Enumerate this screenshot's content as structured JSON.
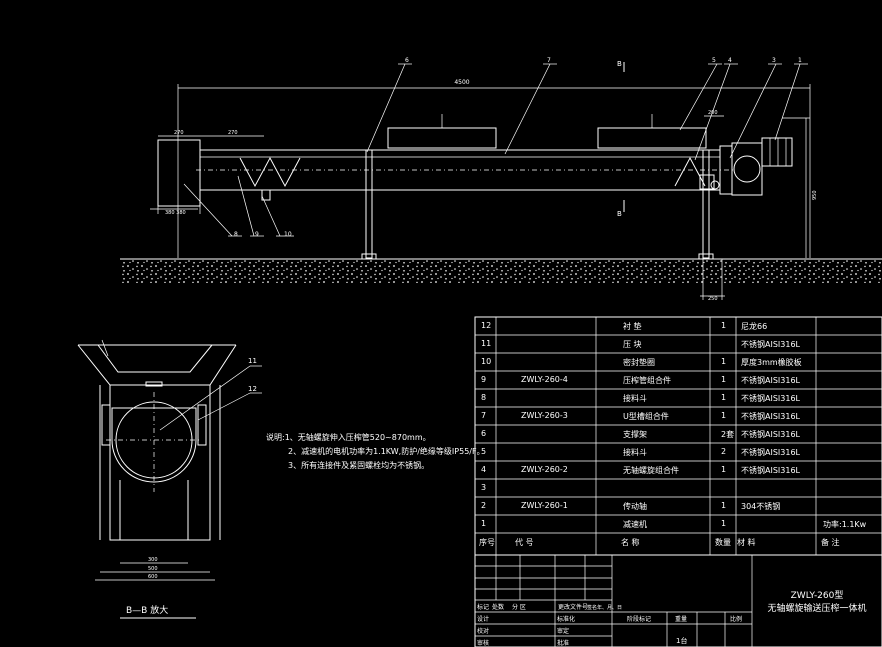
{
  "dimensions": {
    "overall_length": "4500",
    "inlet_width": "270",
    "left_offset": "270",
    "hopper_offsets": "380 380",
    "motor_offset": "200",
    "height": "950",
    "base_offset": "250"
  },
  "callouts": {
    "top": [
      "6",
      "7",
      "5",
      "4",
      "3",
      "1"
    ],
    "bottom": [
      "8",
      "9",
      "10"
    ],
    "detail": [
      "11",
      "12"
    ]
  },
  "section_marks": {
    "top": "B",
    "bottom": "B"
  },
  "detail_view": {
    "title": "B—B  放大",
    "dims": [
      "300",
      "500",
      "600"
    ]
  },
  "notes": {
    "heading": "说明:",
    "items": [
      "1、无轴螺旋伸入压榨管520~870mm。",
      "2、减速机的电机功率为1.1KW,防护/绝缘等级IP55/F。",
      "3、所有连接件及紧固螺栓均为不锈钢。"
    ]
  },
  "bom": {
    "headers": [
      "序号",
      "代    号",
      "名    称",
      "数量",
      "材    料",
      "备    注"
    ],
    "rows": [
      {
        "no": "12",
        "code": "",
        "name": "衬    垫",
        "qty": "1",
        "material": "尼龙66",
        "remark": ""
      },
      {
        "no": "11",
        "code": "",
        "name": "压    块",
        "qty": "",
        "material": "不锈钢AISI316L",
        "remark": ""
      },
      {
        "no": "10",
        "code": "",
        "name": "密封垫圈",
        "qty": "1",
        "material": "厚度3mm橡胶板",
        "remark": ""
      },
      {
        "no": "9",
        "code": "ZWLY-260-4",
        "name": "压榨管组合件",
        "qty": "1",
        "material": "不锈钢AISI316L",
        "remark": ""
      },
      {
        "no": "8",
        "code": "",
        "name": "接料斗",
        "qty": "1",
        "material": "不锈钢AISI316L",
        "remark": ""
      },
      {
        "no": "7",
        "code": "ZWLY-260-3",
        "name": "U型槽组合件",
        "qty": "1",
        "material": "不锈钢AISI316L",
        "remark": ""
      },
      {
        "no": "6",
        "code": "",
        "name": "支撑架",
        "qty": "2套",
        "material": "不锈钢AISI316L",
        "remark": ""
      },
      {
        "no": "5",
        "code": "",
        "name": "接料斗",
        "qty": "2",
        "material": "不锈钢AISI316L",
        "remark": ""
      },
      {
        "no": "4",
        "code": "ZWLY-260-2",
        "name": "无轴螺旋组合件",
        "qty": "1",
        "material": "不锈钢AISI316L",
        "remark": ""
      },
      {
        "no": "3",
        "code": "",
        "name": "",
        "qty": "",
        "material": "",
        "remark": ""
      },
      {
        "no": "2",
        "code": "ZWLY-260-1",
        "name": "传动轴",
        "qty": "1",
        "material": "304不锈钢",
        "remark": ""
      },
      {
        "no": "1",
        "code": "",
        "name": "减速机",
        "qty": "1",
        "material": "",
        "remark": "功率:1.1Kw"
      }
    ]
  },
  "title_block": {
    "product_line1": "ZWLY-260型",
    "product_line2": "无轴螺旋输送压榨一体机",
    "labels": [
      "标记",
      "处数",
      "分  区",
      "更改文件号",
      "签名",
      "年、月、日",
      "设计",
      "标准化",
      "阶段标记",
      "重量",
      "比例",
      "校对",
      "审定",
      "审核",
      "批准"
    ],
    "scale_val": "1台"
  }
}
